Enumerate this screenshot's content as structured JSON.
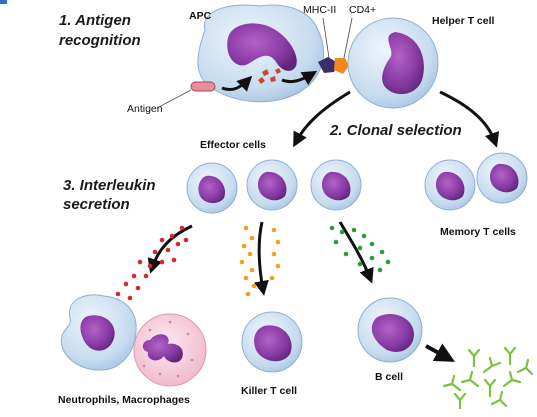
{
  "steps": {
    "antigen_recognition_line1": "1. Antigen",
    "antigen_recognition_line2": "recognition",
    "clonal_selection": "2. Clonal selection",
    "interleukin_line1": "3. Interleukin",
    "interleukin_line2": "secretion"
  },
  "labels": {
    "apc": "APC",
    "mhc2": "MHC-II",
    "cd4": "CD4+",
    "helper_t": "Helper T cell",
    "antigen": "Antigen",
    "effector": "Effector cells",
    "memory_t": "Memory T cells",
    "neutrophils": "Neutrophils, Macrophages",
    "killer_t": "Killer T cell",
    "b_cell": "B cell"
  },
  "colors": {
    "cell_fill": "#c9ddf0",
    "nucleus": "#8a3ca6",
    "apc_fill": "#b9d3ec",
    "macrophage_fill": "#f4c9d8",
    "interleukin_red": "#d8262a",
    "interleukin_orange": "#f0a020",
    "interleukin_green": "#2a9a3a",
    "antibody": "#7cc242"
  }
}
